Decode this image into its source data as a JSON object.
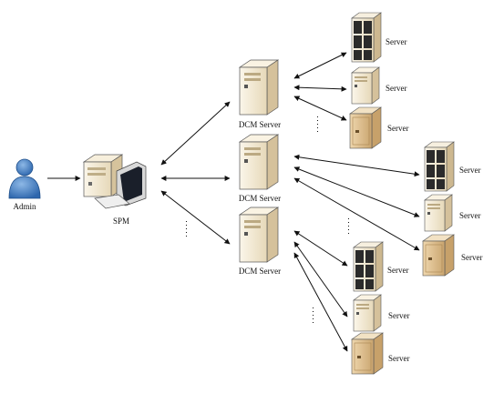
{
  "labels": {
    "admin": "Admin",
    "spm": "SPM",
    "dcm": "DCM Server",
    "server": "Server"
  },
  "nodes": {
    "admin": {
      "icon": "admin-user-icon"
    },
    "spm": {
      "icon": "spm-workstation-icon"
    },
    "dcm_servers": [
      {
        "icon": "dcm-server-tower-icon"
      },
      {
        "icon": "dcm-server-tower-icon"
      },
      {
        "icon": "dcm-server-tower-icon"
      }
    ],
    "servers": [
      {
        "group": 1,
        "icon": "server-rack-icon"
      },
      {
        "group": 1,
        "icon": "server-tower-small-icon"
      },
      {
        "group": 1,
        "icon": "server-tan-tower-icon"
      },
      {
        "group": 2,
        "icon": "server-rack-icon"
      },
      {
        "group": 2,
        "icon": "server-tower-small-icon"
      },
      {
        "group": 2,
        "icon": "server-tan-tower-icon"
      },
      {
        "group": 3,
        "icon": "server-rack-icon"
      },
      {
        "group": 3,
        "icon": "server-tower-small-icon"
      },
      {
        "group": 3,
        "icon": "server-tan-tower-icon"
      }
    ]
  },
  "colors": {
    "admin": "#3a78c2",
    "server_body": "#f1e6cf",
    "server_tan": "#d9b98a",
    "line": "#111111"
  }
}
